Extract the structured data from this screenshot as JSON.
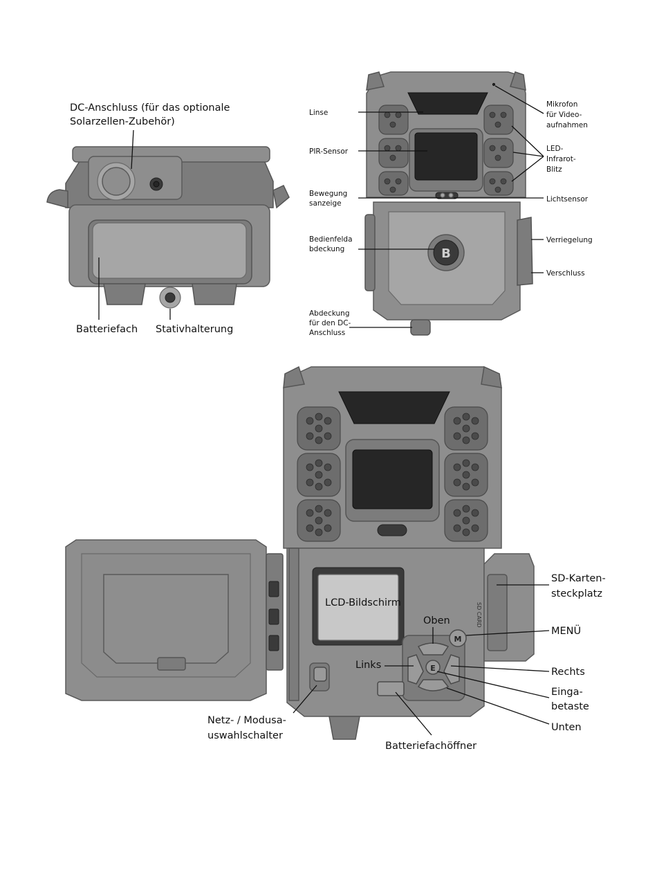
{
  "labels": {
    "fig1": {
      "dc_port": [
        "DC-Anschluss (für das optionale",
        "Solarzellen-Zubehör)"
      ],
      "battery_compartment": "Batteriefach",
      "tripod_mount": "Stativhalterung"
    },
    "fig2": {
      "lens": "Linse",
      "pir_sensor": "PIR-Sensor",
      "motion_indicator": [
        "Bewegung",
        "sanzeige"
      ],
      "panel_cover": [
        "Bedienfelda",
        "bdeckung"
      ],
      "dc_cover": [
        "Abdeckung",
        "für den DC-",
        "Anschluss"
      ],
      "microphone": [
        "Mikrofon",
        "für Video-",
        "aufnahmen"
      ],
      "led_flash": [
        "LED-",
        "Infrarot-",
        "Blitz"
      ],
      "light_sensor": "Lichtsensor",
      "latch": "Verriegelung",
      "lock": "Verschluss"
    },
    "fig3": {
      "lcd": "LCD-Bildschirm",
      "up": "Oben",
      "left": "Links",
      "sd_slot": [
        "SD-Karten-",
        "steckplatz"
      ],
      "menu": "MENÜ",
      "right": "Rechts",
      "enter": [
        "Einga-",
        "betaste"
      ],
      "down": "Unten",
      "power_switch": [
        "Netz- / Modusa-",
        "uswahlschalter"
      ],
      "battery_opener": "Batteriefachöffner"
    }
  },
  "button_glyphs": {
    "menu": "M",
    "enter": "E"
  },
  "device_text": {
    "sd_card": "SD CARD"
  }
}
